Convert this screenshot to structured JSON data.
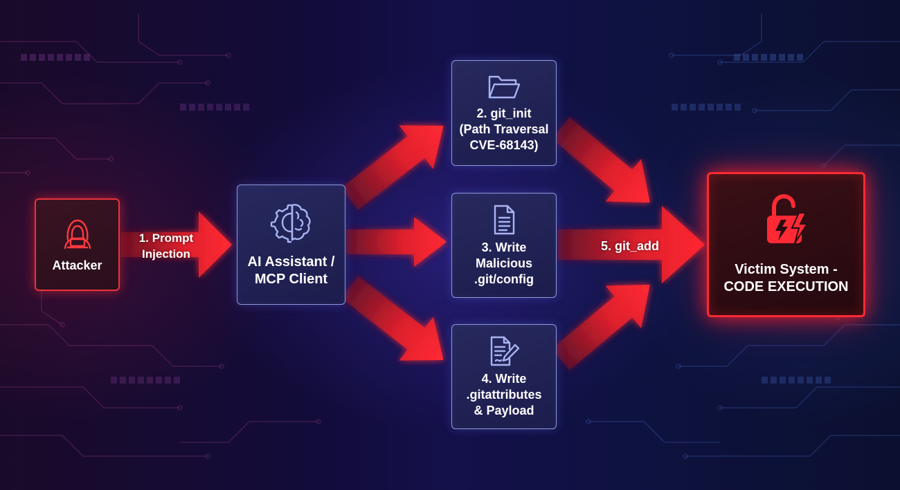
{
  "nodes": {
    "attacker": {
      "label": "Attacker"
    },
    "ai_client": {
      "lines": [
        "AI Assistant /",
        "MCP Client"
      ]
    },
    "step2": {
      "lines": [
        "2. git_init",
        "(Path Traversal",
        "CVE-68143)"
      ]
    },
    "step3": {
      "lines": [
        "3. Write",
        "Malicious",
        ".git/config"
      ]
    },
    "step4": {
      "lines": [
        "4. Write",
        ".gitattributes",
        "& Payload"
      ]
    },
    "victim": {
      "lines": [
        "Victim System -",
        "CODE EXECUTION"
      ]
    }
  },
  "edges": {
    "prompt_injection": {
      "lines": [
        "1. Prompt",
        "Injection"
      ]
    },
    "git_add": {
      "label": "5. git_add"
    }
  },
  "icons": {
    "attacker": "hooded-hacker-laptop-icon",
    "ai_client": "brain-gear-icon",
    "step2": "folder-open-icon",
    "step3": "document-icon",
    "step4": "document-pen-icon",
    "victim": "broken-lock-lightning-icon"
  },
  "colors": {
    "accent_red": "#ff2a34",
    "box_border_blue": "#8f98d8",
    "icon_blue": "#a9b4f2"
  }
}
